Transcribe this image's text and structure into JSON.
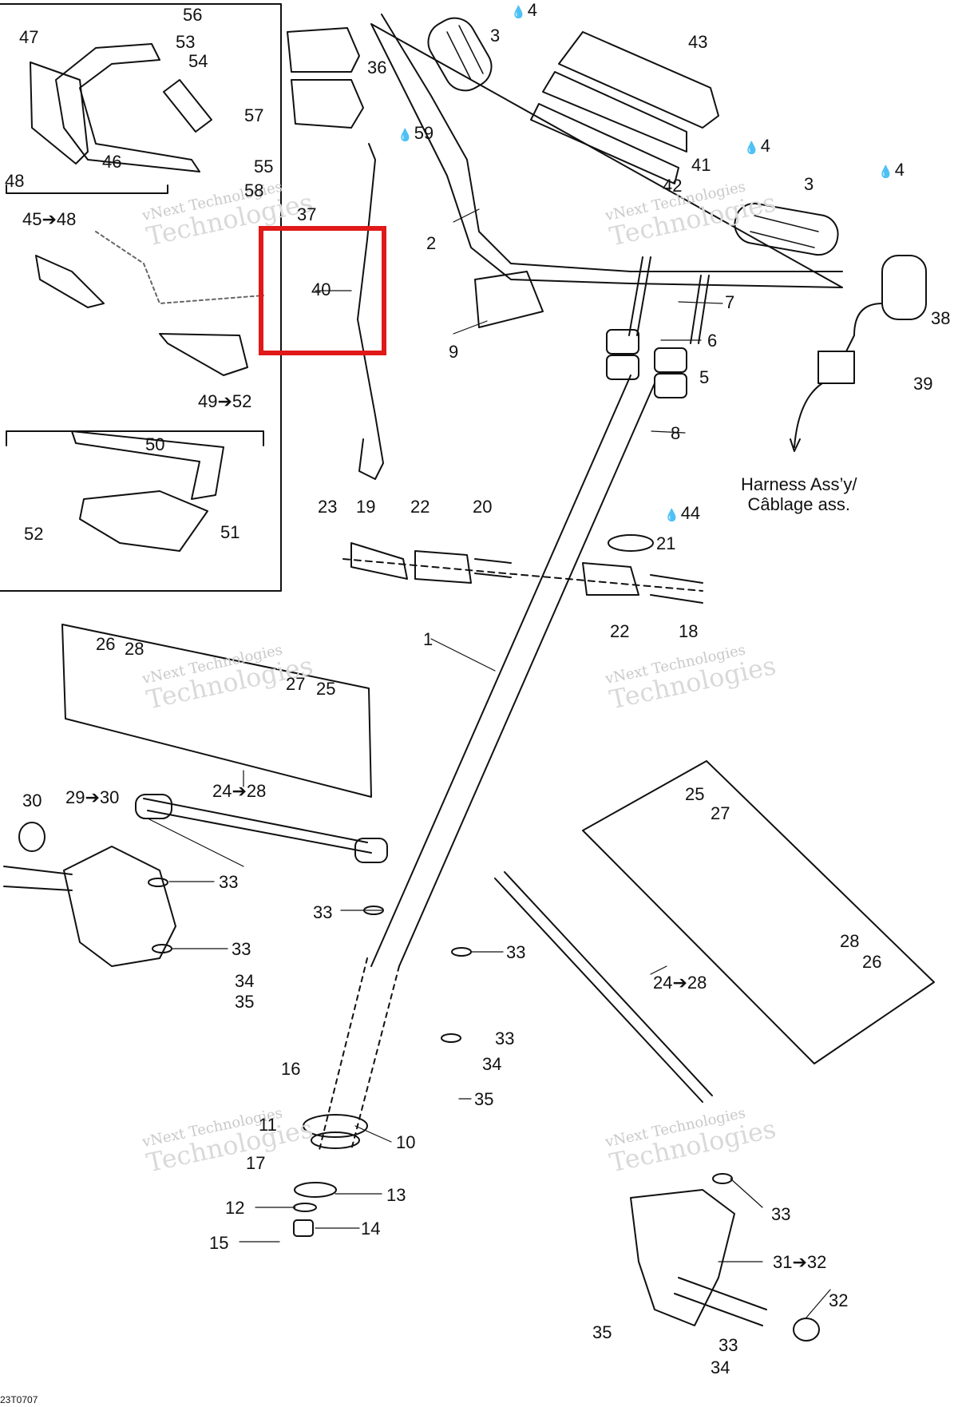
{
  "diagram_code": "23T0707",
  "watermark": {
    "line1": "vNext Technologies",
    "line2": "Technologies"
  },
  "harness_note": {
    "line1": "Harness Ass’y/",
    "line2": "Câblage ass."
  },
  "highlight_color": "#e01919",
  "labels": {
    "n56": "56",
    "n47": "47",
    "n53": "53",
    "n54": "54",
    "n57": "57",
    "n55": "55",
    "n46": "46",
    "n48": "48",
    "n58": "58",
    "n36": "36",
    "n59": "59",
    "n37": "37",
    "n40": "40",
    "n4a": "4",
    "n3a": "3",
    "n43": "43",
    "n41": "41",
    "n42": "42",
    "n4b": "4",
    "n3b": "3",
    "n4c": "4",
    "n2": "2",
    "n45_48": "45➔48",
    "n7": "7",
    "n6": "6",
    "n5": "5",
    "n9": "9",
    "n38": "38",
    "n39": "39",
    "n8": "8",
    "n49_52": "49➔52",
    "n50": "50",
    "n51": "51",
    "n52": "52",
    "n23": "23",
    "n19": "19",
    "n22a": "22",
    "n20": "20",
    "n44": "44",
    "n21": "21",
    "n22b": "22",
    "n18": "18",
    "n1": "1",
    "n26a": "26",
    "n28a": "28",
    "n27a": "27",
    "n25a": "25",
    "n24_28a": "24➔28",
    "n30": "30",
    "n29_30": "29➔30",
    "n33a": "33",
    "n33b": "33",
    "n33c": "33",
    "n34a": "34",
    "n35a": "35",
    "n33d": "33",
    "n25b": "25",
    "n27b": "27",
    "n28b": "28",
    "n26b": "26",
    "n24_28b": "24➔28",
    "n33e": "33",
    "n34b": "34",
    "n16": "16",
    "n35b": "35",
    "n11": "11",
    "n10": "10",
    "n17": "17",
    "n13": "13",
    "n12": "12",
    "n14": "14",
    "n15": "15",
    "n33f": "33",
    "n31_32": "31➔32",
    "n32": "32",
    "n35c": "35",
    "n33g": "33",
    "n34c": "34"
  }
}
